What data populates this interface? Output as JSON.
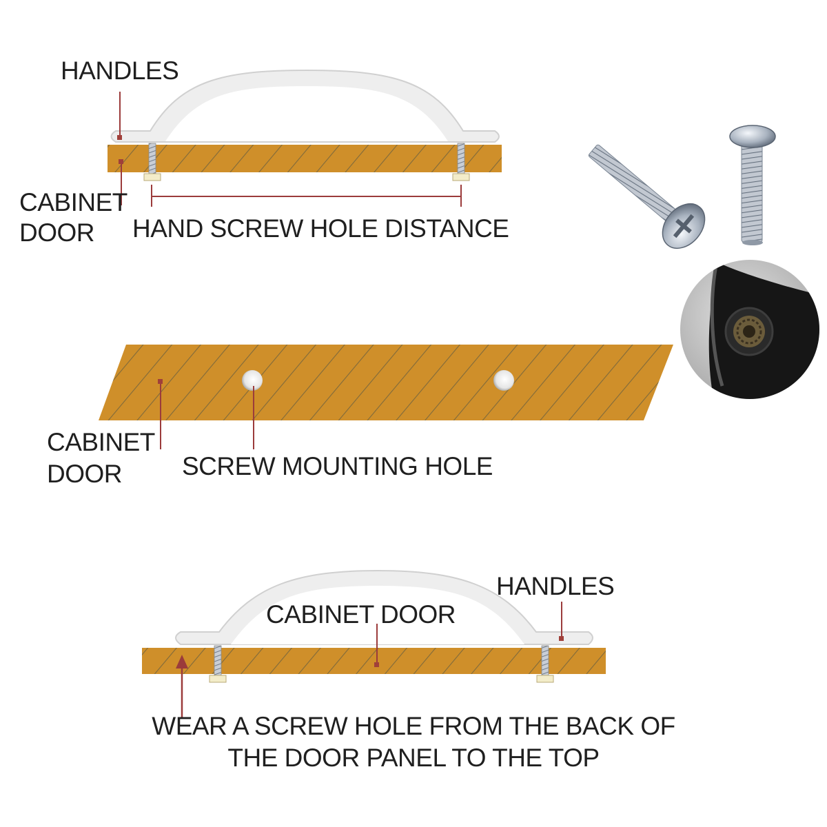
{
  "colors": {
    "wood": "#cf8f2a",
    "hatch": "#7f6a3c",
    "handle": "#eeeeee",
    "handle_edge": "#cfcfcf",
    "leader": "#9b3b3b",
    "marker": "#a0403a",
    "label_text": "#1f1f1f"
  },
  "section_1": {
    "handles_label": "HANDLES",
    "cabinet_door_label_line1": "CABINET",
    "cabinet_door_label_line2": "DOOR",
    "distance_label": "HAND SCREW HOLE DISTANCE"
  },
  "section_2": {
    "cabinet_door_label_line1": "CABINET",
    "cabinet_door_label_line2": "DOOR",
    "hole_label": "SCREW MOUNTING HOLE"
  },
  "section_3": {
    "handles_label": "HANDLES",
    "cabinet_door_label": "CABINET DOOR",
    "instruction_line1": "WEAR A SCREW HOLE FROM THE BACK OF",
    "instruction_line2": "THE DOOR PANEL TO THE TOP"
  },
  "photos": {
    "screws_icon": "machine-screws-photo",
    "thread_icon": "threaded-insert-closeup-photo"
  }
}
